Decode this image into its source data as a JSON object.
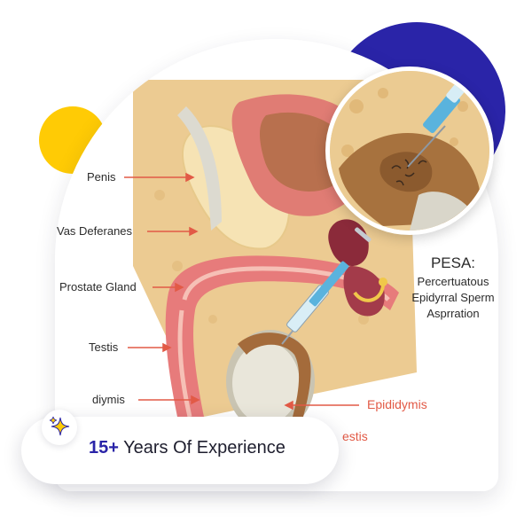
{
  "labels": {
    "penis": "Penis",
    "vas_deferens": "Vas Deferanes",
    "prostate": "Prostate Gland",
    "testis_left": "Testis",
    "epididymis_left": "diymis",
    "epididymis_right": "Epididymis",
    "testis_right": "estis"
  },
  "procedure": {
    "title": "PESA:",
    "lines": [
      "Percertuatous",
      "Epidyrral Sperm",
      "Asprration"
    ]
  },
  "badge": {
    "number": "15+",
    "text": " Years Of Experience",
    "icon": "sparkle-icon"
  },
  "colors": {
    "accent_blue": "#2A24A8",
    "accent_yellow": "#FFCB05",
    "callout_red": "#E25A46"
  }
}
